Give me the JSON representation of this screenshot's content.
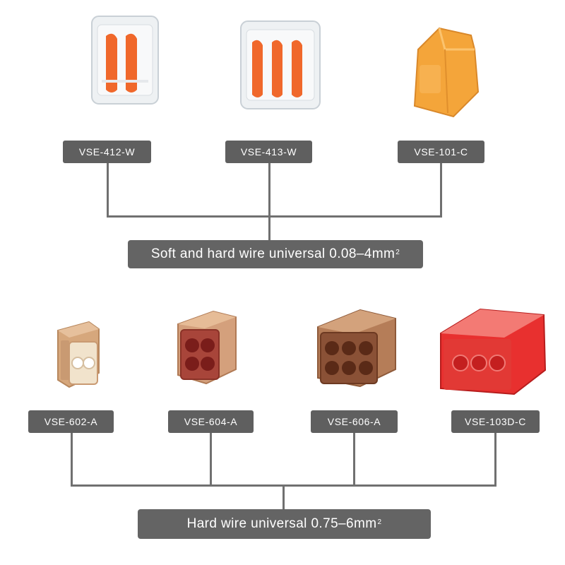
{
  "groups": [
    {
      "label": "Soft and hard wire universal 0.08–4mm",
      "unit_superscript": "2",
      "products": [
        {
          "model": "VSE-412-W",
          "color": "#f0682b",
          "lever_count": 2,
          "housing": "clear"
        },
        {
          "model": "VSE-413-W",
          "color": "#f0682b",
          "lever_count": 3,
          "housing": "clear"
        },
        {
          "model": "VSE-101-C",
          "color": "#f4a53a",
          "lever_count": 0,
          "housing": "orange"
        }
      ]
    },
    {
      "label": "Hard wire universal 0.75–6mm",
      "unit_superscript": "2",
      "products": [
        {
          "model": "VSE-602-A",
          "color": "#c99a72",
          "port_count": 2
        },
        {
          "model": "VSE-604-A",
          "color": "#a8453a",
          "port_count": 4
        },
        {
          "model": "VSE-606-A",
          "color": "#8a5136",
          "port_count": 6
        },
        {
          "model": "VSE-103D-C",
          "color": "#e8302f",
          "port_count": 3
        }
      ]
    }
  ]
}
